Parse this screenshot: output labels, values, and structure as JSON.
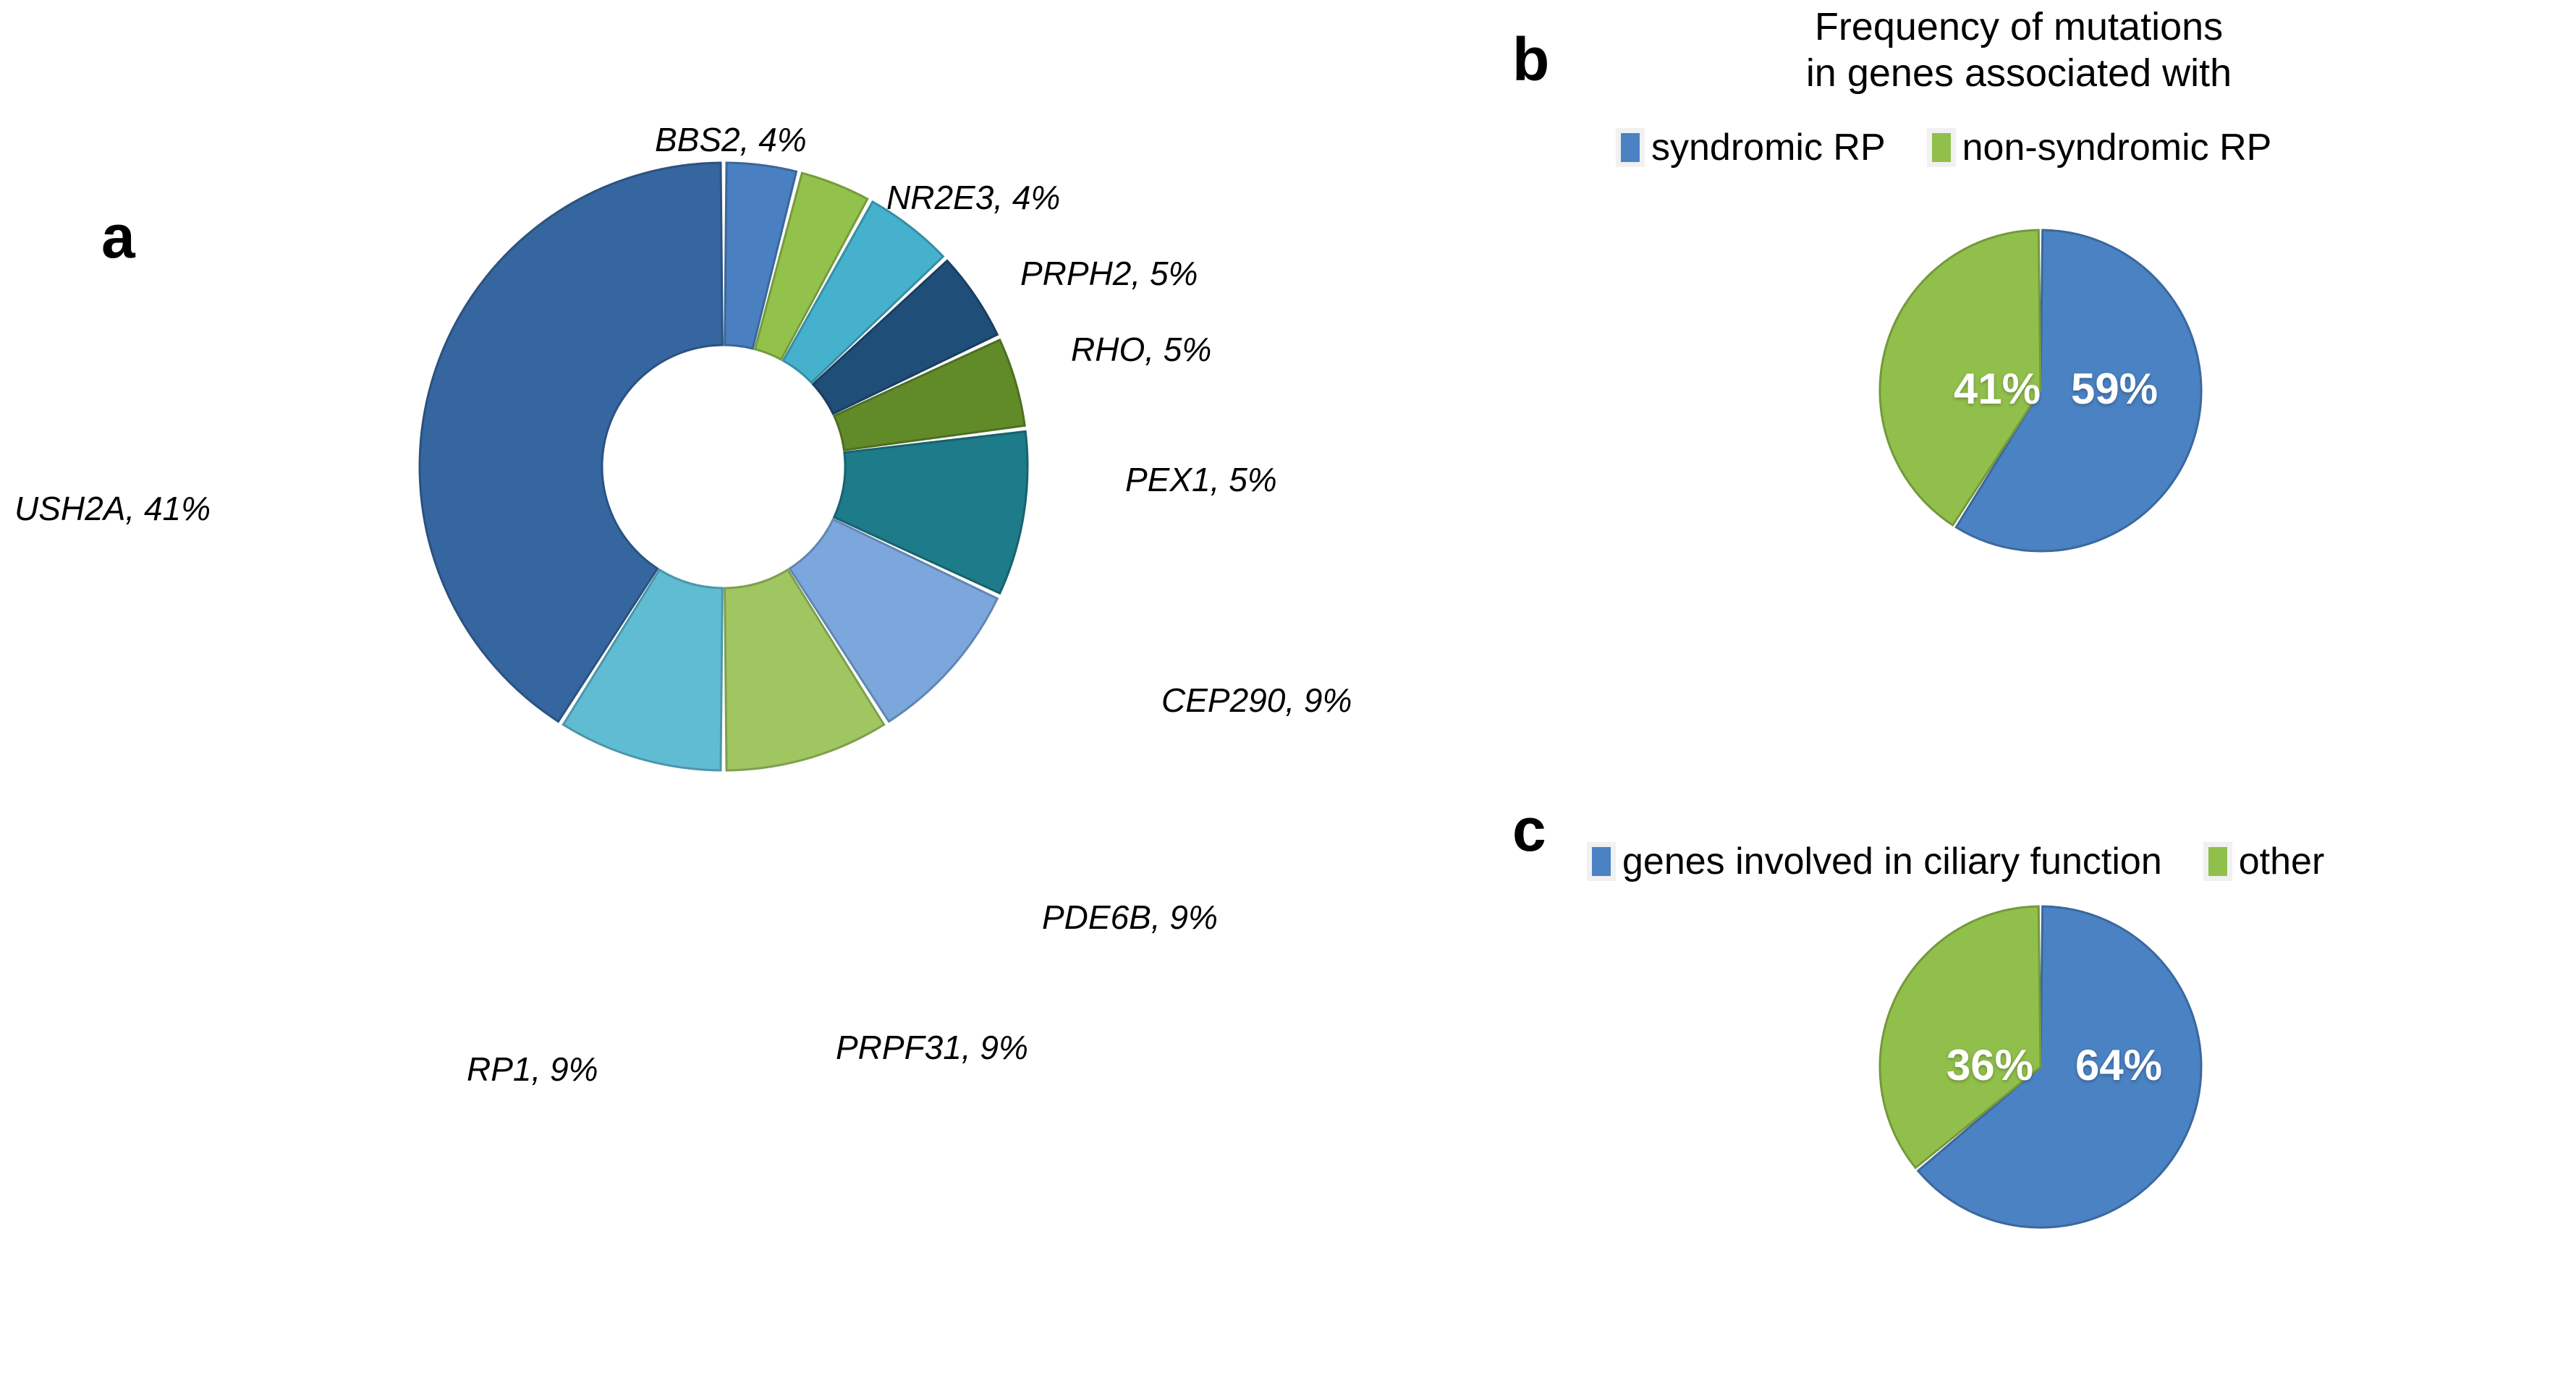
{
  "chart_data": [
    {
      "type": "pie",
      "panel": "a",
      "panel_letter": "a",
      "title": "",
      "donut": true,
      "hole_ratio": 0.4,
      "start_angle_deg": 0,
      "direction": "clockwise",
      "unit": "%",
      "categories": [
        "BBS2",
        "NR2E3",
        "PRPH2",
        "RHO",
        "PEX1",
        "CEP290",
        "PDE6B",
        "PRPF31",
        "RP1",
        "USH2A"
      ],
      "values": [
        4,
        4,
        5,
        5,
        5,
        9,
        9,
        9,
        9,
        41
      ],
      "labels": [
        "BBS2, 4%",
        "NR2E3, 4%",
        "PRPH2, 5%",
        "RHO, 5%",
        "PEX1, 5%",
        "CEP290, 9%",
        "PDE6B, 9%",
        "PRPF31, 9%",
        "RP1, 9%",
        "USH2A, 41%"
      ],
      "colors": [
        "#4a7fc1",
        "#92c24b",
        "#45b1cd",
        "#1f4e79",
        "#618a29",
        "#1d7b8a",
        "#7ba7dd",
        "#9fc661",
        "#5fbcd3",
        "#36669f"
      ],
      "legend": "none",
      "grid": false
    },
    {
      "type": "pie",
      "panel": "b",
      "panel_letter": "b",
      "title": "Frequency of mutations\nin genes associated with",
      "title_line1": "Frequency of mutations",
      "title_line2": "in genes associated with",
      "donut": false,
      "start_angle_deg": 0,
      "direction": "clockwise",
      "unit": "%",
      "categories": [
        "syndromic RP",
        "non-syndromic RP"
      ],
      "values": [
        59,
        41
      ],
      "labels": [
        "59%",
        "41%"
      ],
      "colors": [
        "#4a82c3",
        "#91bf4b"
      ],
      "legend": "top",
      "grid": false
    },
    {
      "type": "pie",
      "panel": "c",
      "panel_letter": "c",
      "title": "",
      "donut": false,
      "start_angle_deg": 0,
      "direction": "clockwise",
      "unit": "%",
      "categories": [
        "genes involved in ciliary function",
        "other"
      ],
      "values": [
        64,
        36
      ],
      "labels": [
        "64%",
        "36%"
      ],
      "colors": [
        "#4a82c3",
        "#91bf4b"
      ],
      "legend": "top",
      "grid": false
    }
  ],
  "panel_a": {
    "letter": "a",
    "slices": [
      {
        "label": "BBS2, 4%",
        "value": 4,
        "color": "#4a7fc1"
      },
      {
        "label": "NR2E3, 4%",
        "value": 4,
        "color": "#92c24b"
      },
      {
        "label": "PRPH2, 5%",
        "value": 5,
        "color": "#45b1cd"
      },
      {
        "label": "RHO, 5%",
        "value": 5,
        "color": "#1f4e79"
      },
      {
        "label": "PEX1, 5%",
        "value": 5,
        "color": "#618a29"
      },
      {
        "label": "CEP290, 9%",
        "value": 9,
        "color": "#1d7b8a"
      },
      {
        "label": "PDE6B, 9%",
        "value": 9,
        "color": "#7ba7dd"
      },
      {
        "label": "PRPF31, 9%",
        "value": 9,
        "color": "#9fc661"
      },
      {
        "label": "RP1, 9%",
        "value": 9,
        "color": "#5fbcd3"
      },
      {
        "label": "USH2A, 41%",
        "value": 41,
        "color": "#36669f"
      }
    ]
  },
  "panel_b": {
    "letter": "b",
    "title_line1": "Frequency of mutations",
    "title_line2": "in genes associated with",
    "legend": [
      {
        "label": "syndromic RP",
        "color": "#4a82c3"
      },
      {
        "label": "non-syndromic RP",
        "color": "#91bf4b"
      }
    ],
    "slices": [
      {
        "label": "59%",
        "value": 59,
        "color": "#4a82c3"
      },
      {
        "label": "41%",
        "value": 41,
        "color": "#91bf4b"
      }
    ]
  },
  "panel_c": {
    "letter": "c",
    "legend": [
      {
        "label": "genes involved in ciliary function",
        "color": "#4a82c3"
      },
      {
        "label": "other",
        "color": "#91bf4b"
      }
    ],
    "slices": [
      {
        "label": "64%",
        "value": 64,
        "color": "#4a82c3"
      },
      {
        "label": "36%",
        "value": 36,
        "color": "#91bf4b"
      }
    ]
  }
}
